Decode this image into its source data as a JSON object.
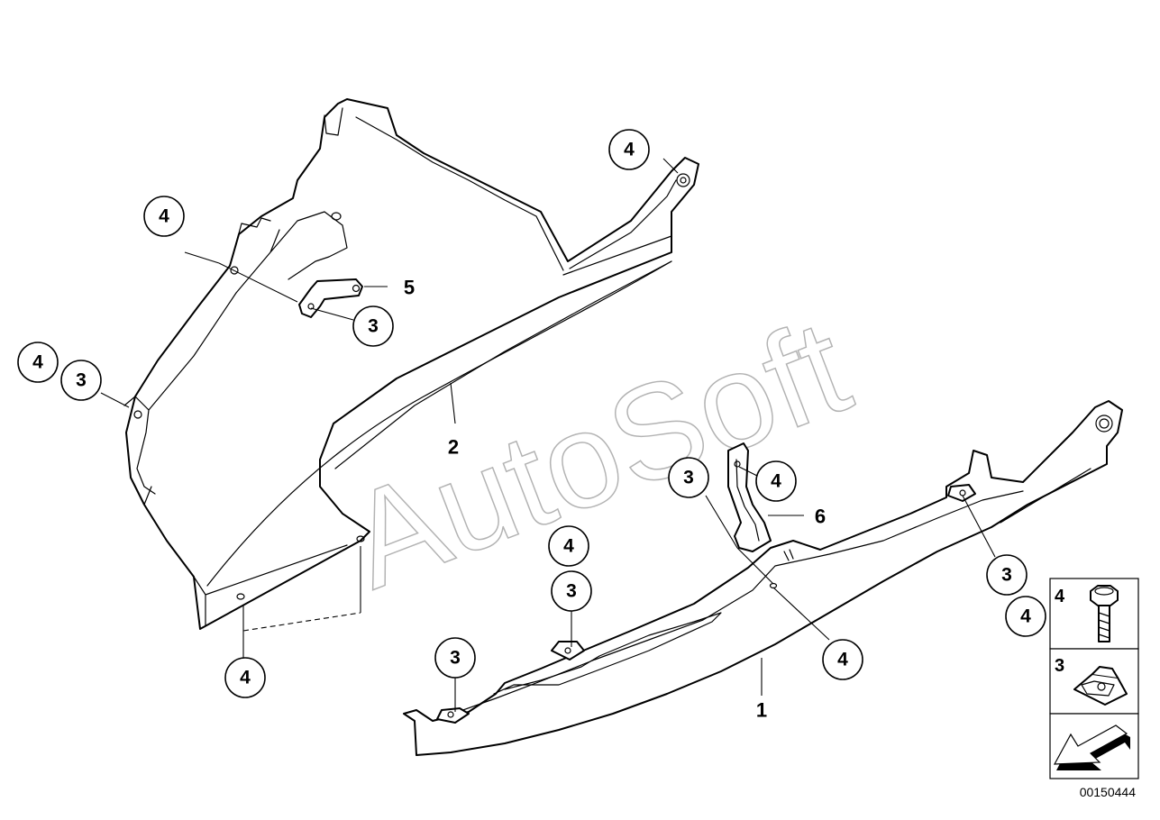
{
  "diagram": {
    "diagram_id": "00150444",
    "watermark": "AutoSoft"
  },
  "callouts": [
    {
      "id": "c-4-top-right",
      "text": "4"
    },
    {
      "id": "c-4-upper-left",
      "text": "4"
    },
    {
      "id": "c-3-bracket",
      "text": "3"
    },
    {
      "id": "c-4-left",
      "text": "4"
    },
    {
      "id": "c-3-left",
      "text": "3"
    },
    {
      "id": "c-4-bottom-left",
      "text": "4"
    },
    {
      "id": "c-3-center-left",
      "text": "3"
    },
    {
      "id": "c-4-center-top",
      "text": "4"
    },
    {
      "id": "c-3-center",
      "text": "3"
    },
    {
      "id": "c-3-bottom",
      "text": "3"
    },
    {
      "id": "c-4-bracket6",
      "text": "4"
    },
    {
      "id": "c-3-right",
      "text": "3"
    },
    {
      "id": "c-4-right",
      "text": "4"
    },
    {
      "id": "c-4-bottom-center",
      "text": "4"
    }
  ],
  "part_labels": {
    "part_1": "1",
    "part_2": "2",
    "part_5": "5",
    "part_6": "6"
  },
  "legend": {
    "items": [
      {
        "number": "4",
        "icon": "hex-bolt-icon"
      },
      {
        "number": "3",
        "icon": "clip-nut-icon"
      },
      {
        "number": "",
        "icon": "arrow-left-down-icon"
      }
    ]
  }
}
